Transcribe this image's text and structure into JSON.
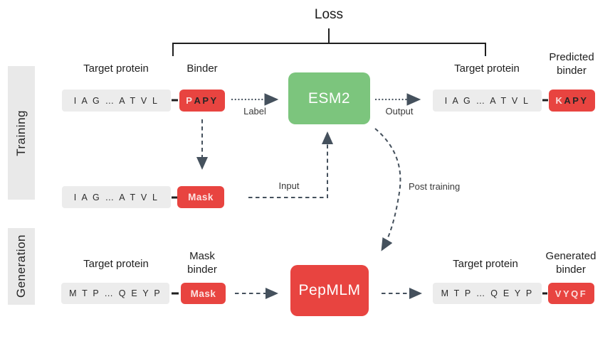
{
  "colors": {
    "red": "#e84440",
    "green": "#7cc57d",
    "sequence_box_gray": "#ececec",
    "sidebar_gray": "#e9e9e9",
    "arrow": "#45515d"
  },
  "loss": {
    "label": "Loss"
  },
  "sidebar": {
    "training": "Training",
    "generation": "Generation"
  },
  "training": {
    "left": {
      "target_protein_label": "Target protein",
      "binder_label": "Binder",
      "sequence": "I A G … A T V L",
      "binder_letters": [
        "P",
        "A",
        "P",
        "Y"
      ]
    },
    "masked": {
      "sequence": "I A G … A T V L",
      "mask_label": "Mask"
    },
    "model": {
      "name": "ESM2"
    },
    "right": {
      "target_protein_label": "Target protein",
      "predicted_binder_label": "Predicted binder",
      "sequence": "I A G … A T V L",
      "binder_letters": [
        "K",
        "A",
        "P",
        "Y"
      ]
    },
    "arrow_labels": {
      "label": "Label",
      "output": "Output",
      "input": "Input",
      "post_training": "Post training"
    }
  },
  "generation": {
    "left": {
      "target_protein_label": "Target protein",
      "mask_binder_label": "Mask binder",
      "sequence": "M T P … Q E Y P",
      "mask_label": "Mask"
    },
    "model": {
      "name": "PepMLM"
    },
    "right": {
      "target_protein_label": "Target protein",
      "generated_binder_label": "Generated binder",
      "sequence": "M T P … Q E Y P",
      "binder_letters": [
        "V",
        "Y",
        "Q",
        "F"
      ]
    }
  }
}
